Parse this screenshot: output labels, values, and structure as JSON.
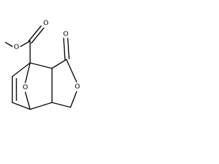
{
  "molecule": {
    "atoms": {
      "ester_oxygen": "O",
      "carbonyl_oxygen_ester": "O",
      "carbonyl_oxygen_lactone": "O",
      "lactone_ring_oxygen": "O",
      "bridge_oxygen": "O"
    }
  },
  "colors": {
    "bond": "#000000",
    "label": "#000000",
    "background": "#ffffff"
  }
}
